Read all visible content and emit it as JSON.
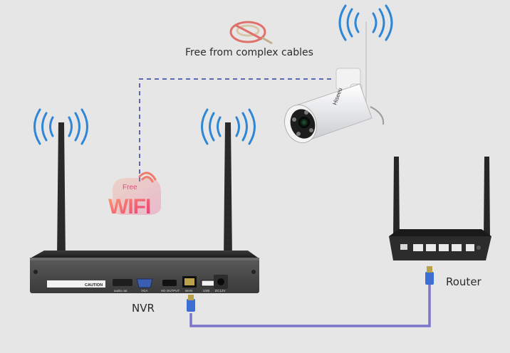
{
  "diagram": {
    "caption": "Free from complex cables",
    "badge": {
      "small": "Free",
      "big": "WIFI"
    },
    "devices": {
      "nvr": {
        "label": "NVR",
        "panel_text": {
          "caution": "CAUTION",
          "audio": "audio out",
          "vga": "VGA",
          "hdmi": "HD OUTPUT",
          "wan": "WAN",
          "usb": "USB",
          "power": "DC12V"
        }
      },
      "camera": {
        "brand": "Hiseeu"
      },
      "router": {
        "label": "Router"
      }
    },
    "colors": {
      "background": "#e6e6e6",
      "wireless_link": "#5b66b5",
      "ethernet_cable": "#7b74cc",
      "signal_waves": "#2f86d6",
      "badge_gradient": [
        "#ff9a6c",
        "#e8367a"
      ]
    }
  }
}
